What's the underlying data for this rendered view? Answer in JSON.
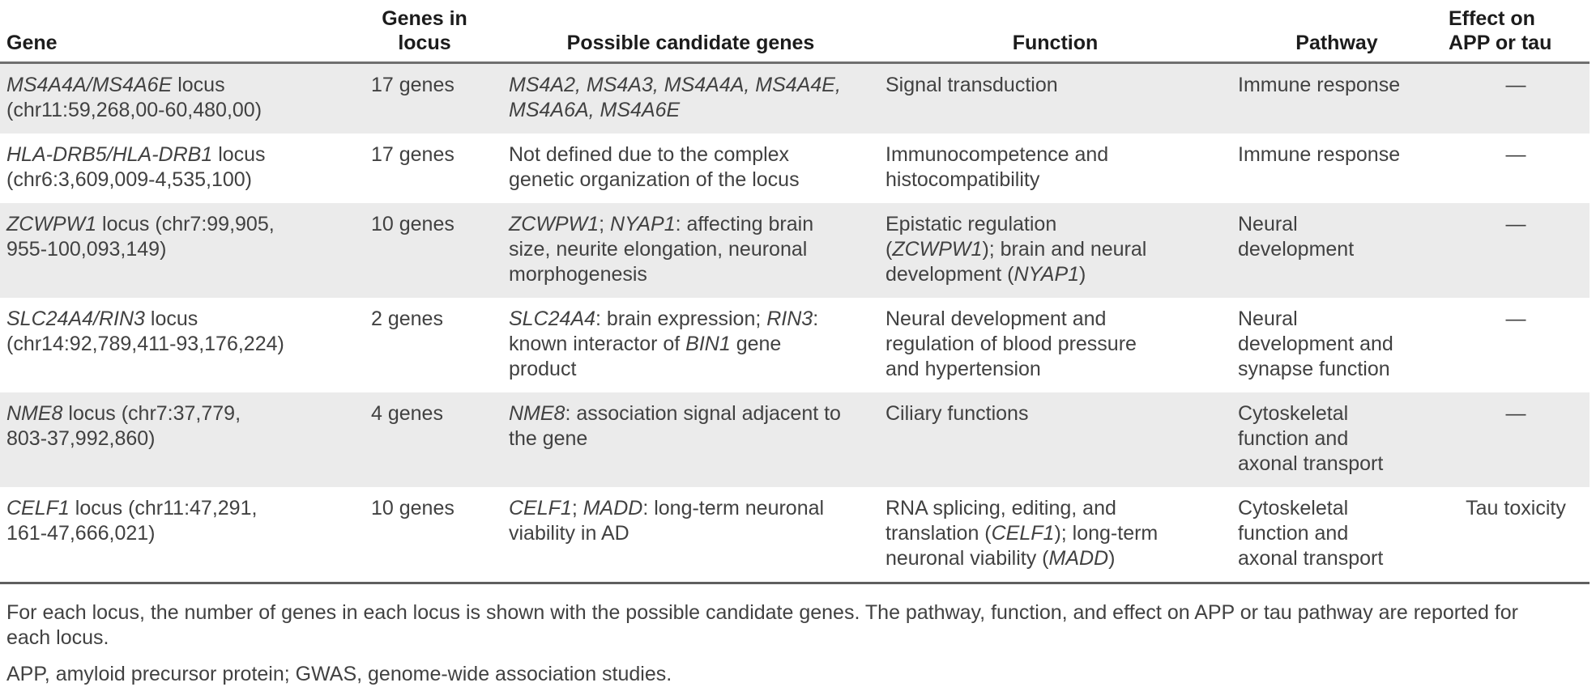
{
  "table": {
    "columns": [
      {
        "key": "gene",
        "label": "Gene"
      },
      {
        "key": "genes_in_locus",
        "label": "Genes in\nlocus"
      },
      {
        "key": "candidates",
        "label": "Possible candidate genes"
      },
      {
        "key": "function",
        "label": "Function"
      },
      {
        "key": "pathway",
        "label": "Pathway"
      },
      {
        "key": "effect",
        "label": "Effect on\nAPP or tau"
      }
    ],
    "rows": [
      {
        "gene": [
          {
            "t": "MS4A4A/MS4A6E",
            "i": true
          },
          {
            "t": " locus\n(chr11:59,268,00-60,480,00)",
            "i": false
          }
        ],
        "genes_in_locus": [
          {
            "t": "17 genes",
            "i": false
          }
        ],
        "candidates": [
          {
            "t": "MS4A2, MS4A3, MS4A4A, MS4A4E,\nMS4A6A, MS4A6E",
            "i": true
          }
        ],
        "function": [
          {
            "t": "Signal transduction",
            "i": false
          }
        ],
        "pathway": [
          {
            "t": "Immune response",
            "i": false
          }
        ],
        "effect": [
          {
            "t": "—",
            "i": false
          }
        ]
      },
      {
        "gene": [
          {
            "t": "HLA-DRB5/HLA-DRB1",
            "i": true
          },
          {
            "t": " locus\n(chr6:3,609,009-4,535,100)",
            "i": false
          }
        ],
        "genes_in_locus": [
          {
            "t": "17 genes",
            "i": false
          }
        ],
        "candidates": [
          {
            "t": "Not defined due to the complex\ngenetic organization of the locus",
            "i": false
          }
        ],
        "function": [
          {
            "t": "Immunocompetence and\nhistocompatibility",
            "i": false
          }
        ],
        "pathway": [
          {
            "t": "Immune response",
            "i": false
          }
        ],
        "effect": [
          {
            "t": "—",
            "i": false
          }
        ]
      },
      {
        "gene": [
          {
            "t": "ZCWPW1",
            "i": true
          },
          {
            "t": " locus (chr7:99,905,\n955-100,093,149)",
            "i": false
          }
        ],
        "genes_in_locus": [
          {
            "t": "10 genes",
            "i": false
          }
        ],
        "candidates": [
          {
            "t": "ZCWPW1",
            "i": true
          },
          {
            "t": "; ",
            "i": false
          },
          {
            "t": "NYAP1",
            "i": true
          },
          {
            "t": ": affecting brain\nsize, neurite elongation, neuronal\nmorphogenesis",
            "i": false
          }
        ],
        "function": [
          {
            "t": "Epistatic regulation\n(",
            "i": false
          },
          {
            "t": "ZCWPW1",
            "i": true
          },
          {
            "t": "); brain and neural\ndevelopment (",
            "i": false
          },
          {
            "t": "NYAP1",
            "i": true
          },
          {
            "t": ")",
            "i": false
          }
        ],
        "pathway": [
          {
            "t": "Neural\ndevelopment",
            "i": false
          }
        ],
        "effect": [
          {
            "t": "—",
            "i": false
          }
        ]
      },
      {
        "gene": [
          {
            "t": "SLC24A4/RIN3",
            "i": true
          },
          {
            "t": " locus\n(chr14:92,789,411-93,176,224)",
            "i": false
          }
        ],
        "genes_in_locus": [
          {
            "t": "2 genes",
            "i": false
          }
        ],
        "candidates": [
          {
            "t": "SLC24A4",
            "i": true
          },
          {
            "t": ": brain expression; ",
            "i": false
          },
          {
            "t": "RIN3",
            "i": true
          },
          {
            "t": ":\nknown interactor of ",
            "i": false
          },
          {
            "t": "BIN1",
            "i": true
          },
          {
            "t": " gene\nproduct",
            "i": false
          }
        ],
        "function": [
          {
            "t": "Neural development and\nregulation of blood pressure\nand hypertension",
            "i": false
          }
        ],
        "pathway": [
          {
            "t": "Neural\ndevelopment and\nsynapse function",
            "i": false
          }
        ],
        "effect": [
          {
            "t": "—",
            "i": false
          }
        ]
      },
      {
        "gene": [
          {
            "t": "NME8",
            "i": true
          },
          {
            "t": " locus (chr7:37,779,\n803-37,992,860)",
            "i": false
          }
        ],
        "genes_in_locus": [
          {
            "t": "4 genes",
            "i": false
          }
        ],
        "candidates": [
          {
            "t": "NME8",
            "i": true
          },
          {
            "t": ": association signal adjacent to\nthe gene",
            "i": false
          }
        ],
        "function": [
          {
            "t": "Ciliary functions",
            "i": false
          }
        ],
        "pathway": [
          {
            "t": "Cytoskeletal\nfunction and\naxonal transport",
            "i": false
          }
        ],
        "effect": [
          {
            "t": "—",
            "i": false
          }
        ]
      },
      {
        "gene": [
          {
            "t": "CELF1",
            "i": true
          },
          {
            "t": " locus (chr11:47,291,\n161-47,666,021)",
            "i": false
          }
        ],
        "genes_in_locus": [
          {
            "t": "10 genes",
            "i": false
          }
        ],
        "candidates": [
          {
            "t": "CELF1",
            "i": true
          },
          {
            "t": "; ",
            "i": false
          },
          {
            "t": "MADD",
            "i": true
          },
          {
            "t": ": long-term neuronal\nviability in AD",
            "i": false
          }
        ],
        "function": [
          {
            "t": "RNA splicing, editing, and\ntranslation (",
            "i": false
          },
          {
            "t": "CELF1",
            "i": true
          },
          {
            "t": "); long-term\nneuronal viability (",
            "i": false
          },
          {
            "t": "MADD",
            "i": true
          },
          {
            "t": ")",
            "i": false
          }
        ],
        "pathway": [
          {
            "t": "Cytoskeletal\nfunction and\naxonal transport",
            "i": false
          }
        ],
        "effect": [
          {
            "t": "Tau toxicity",
            "i": false
          }
        ]
      }
    ]
  },
  "footnotes": [
    "For each locus, the number of genes in each locus is shown with the possible candidate genes. The pathway, function, and effect on APP or tau pathway are reported for\neach locus.",
    "APP, amyloid precursor protein; GWAS, genome-wide association studies."
  ],
  "colors": {
    "shaded_row": "#ebebeb",
    "text": "#414141",
    "header_text": "#1c1c1c",
    "rule": "#6f6f6f"
  }
}
